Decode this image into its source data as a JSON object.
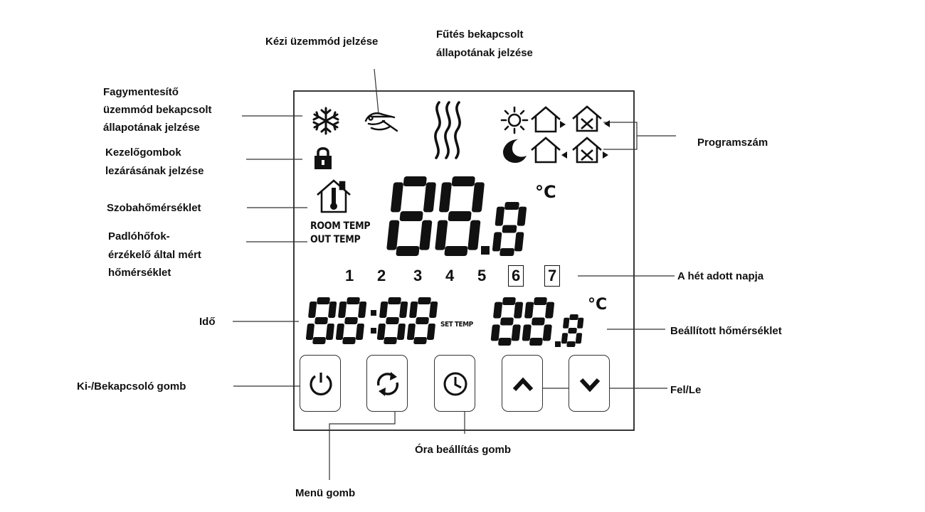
{
  "labels": {
    "manual_mode": "Kézi üzemmód jelzése",
    "heating_on_1": "Fűtés bekapcsolt",
    "heating_on_2": "állapotának jelzése",
    "frost_1": "Fagymentesítő",
    "frost_2": "üzemmód bekapcsolt",
    "frost_3": "állapotának jelzése",
    "lock_1": "Kezelőgombok",
    "lock_2": "lezárásának jelzése",
    "program_number": "Programszám",
    "room_temp": "Szobahőmérséklet",
    "floor_1": "Padlóhőfok-",
    "floor_2": "érzékelő által mért",
    "floor_3": "hőmérséklet",
    "weekday": "A hét adott napja",
    "time": "Idő",
    "set_temp": "Beállított hőmérséklet",
    "power_button": "Ki-/Bekapcsoló gomb",
    "up_down": "Fel/Le",
    "clock_button": "Óra beállítás gomb",
    "menu_button": "Menü gomb"
  },
  "lcd": {
    "room_temp_label": "ROOM TEMP",
    "out_temp_label": "OUT TEMP",
    "main_temp_int": "88",
    "main_temp_dec": "8",
    "unit": "°C",
    "days": [
      "1",
      "2",
      "3",
      "4",
      "5",
      "6",
      "7"
    ],
    "boxed_days": [
      "6",
      "7"
    ],
    "time_hours": "88",
    "time_minutes": "88",
    "set_temp_label": "SET TEMP",
    "set_temp_int": "88",
    "set_temp_dec": "8",
    "set_unit": "°C"
  },
  "icons": {
    "frost": "snowflake-icon",
    "manual": "hand-icon",
    "heating": "heat-waves-icon",
    "lock": "padlock-icon",
    "room": "house-thermometer-icon",
    "program": [
      "sun-icon",
      "moon-icon",
      "house-arrow-icon",
      "house-tools-icon"
    ],
    "buttons": [
      "power-icon",
      "refresh-icon",
      "clock-icon",
      "chevron-up-icon",
      "chevron-down-icon"
    ]
  }
}
